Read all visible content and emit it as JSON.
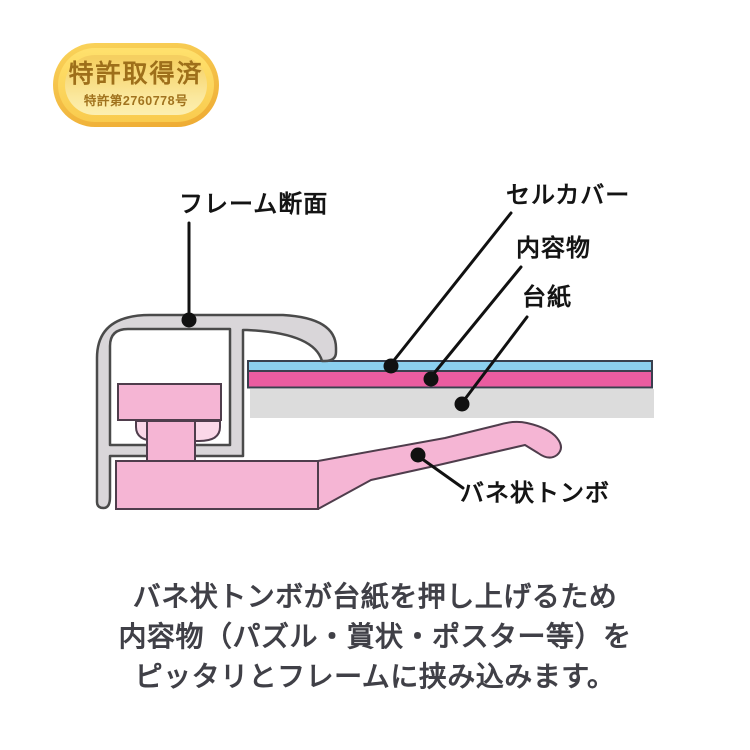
{
  "badge": {
    "title": "特許取得済",
    "subtitle": "特許第2760778号"
  },
  "labels": {
    "frame_section": "フレーム断面",
    "cell_cover": "セルカバー",
    "contents": "内容物",
    "mount_board": "台紙",
    "spring_tombo": "バネ状トンボ"
  },
  "description": {
    "line1": "バネ状トンボが台紙を押し上げるため",
    "line2": "内容物（パズル・賞状・ポスター等）を",
    "line3": "ピッタリとフレームに挟み込みます。"
  },
  "colors": {
    "badge_gold_outer": "#EEAB33",
    "badge_gold_bright": "#FFDA5E",
    "badge_gold_inner": "#FBE89D",
    "badge_text": "#9E6F1A",
    "frame_gray": "#D9D6D9",
    "frame_stroke": "#4A4A4A",
    "spring_pink": "#F5B5D4",
    "spring_pink_light": "#FAD7E8",
    "spring_stroke": "#4F3D4C",
    "cover_blue": "#8BD0EE",
    "content_pink": "#EA5CA0",
    "board_gray": "#DCDCDC",
    "strip_stroke": "#39404E",
    "line_black": "#111111"
  }
}
